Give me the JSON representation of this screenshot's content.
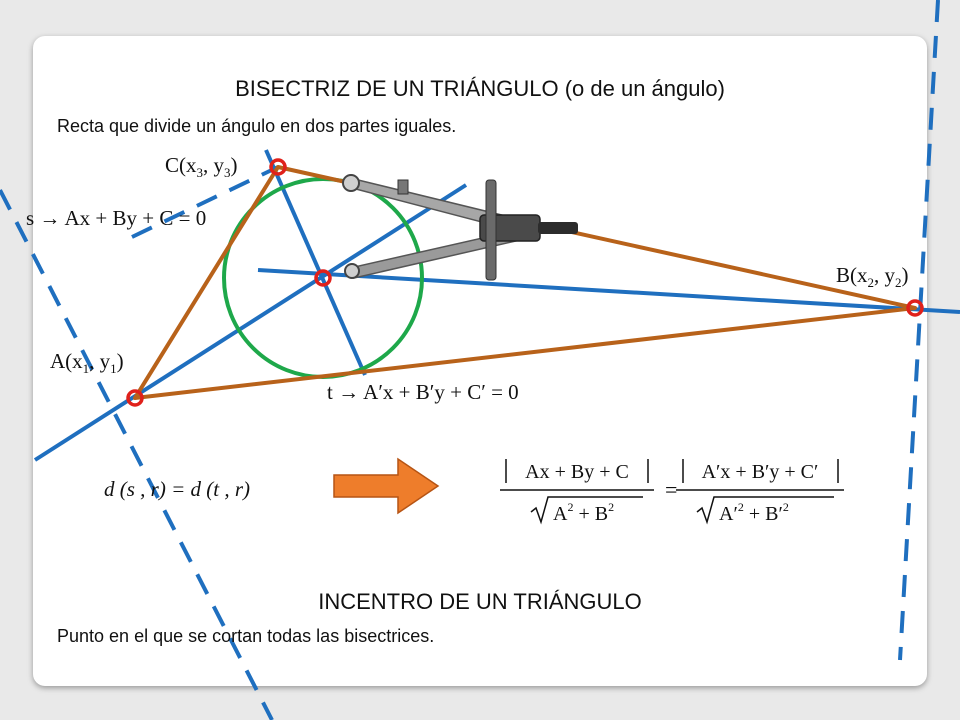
{
  "slide": {
    "title": "BISECTRIZ DE UN TRIÁNGULO (o de un ángulo)",
    "description": "Recta que divide un ángulo en dos partes iguales.",
    "title2": "INCENTRO DE UN TRIÁNGULO",
    "description2": "Punto en el que se cortan todas las bisectrices."
  },
  "labels": {
    "C": {
      "main": "C(x",
      "sub1": "3",
      "mid": ", y",
      "sub2": "3",
      "end": ")"
    },
    "B": {
      "main": "B(x",
      "sub1": "2",
      "mid": ", y",
      "sub2": "2",
      "end": ")"
    },
    "A": {
      "main": "A(x",
      "sub1": "1",
      "mid": ", y",
      "sub2": "1",
      "end": ")"
    },
    "s_eq": "s  →  Ax + By + C = 0",
    "t_eq": "t  →  A′x + B′y + C′ = 0",
    "dist_eq": "d (s , r) = d (t , r)"
  },
  "formula": {
    "num1": "Ax + By + C",
    "den1_a": "A",
    "den1_b": "2",
    "den1_c": " + B",
    "den1_d": "2",
    "eq": "=",
    "num2": "A′x + B′y + C′",
    "den2_a": "A′",
    "den2_b": "2",
    "den2_c": " + B′",
    "den2_d": "2"
  },
  "colors": {
    "triangle": "#b8621a",
    "bisector": "#1f6fbf",
    "incircle": "#1ea84a",
    "vertex_marker": "#e0211b",
    "arrow": "#ee7d2b",
    "slide_bg": "#ffffff",
    "page_bg": "#e9e9e9"
  },
  "icons": {
    "arrow": "right-arrow-icon",
    "compass": "compass-icon"
  }
}
